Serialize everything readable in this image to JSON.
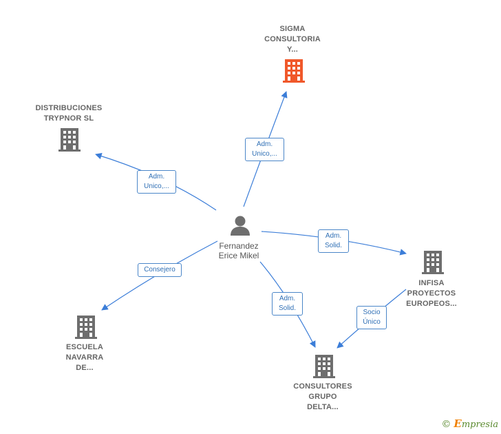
{
  "colors": {
    "edge": "#3b7dd8",
    "company": "#6e6e6e",
    "company_highlight": "#f0582a",
    "person": "#6e6e6e"
  },
  "nodes": {
    "sigma": {
      "label": "SIGMA\nCONSULTORIA\nY...",
      "icon": "building-icon",
      "highlight": true
    },
    "distribuciones": {
      "label": "DISTRIBUCIONES\nTRYPNOR SL",
      "icon": "building-icon"
    },
    "person": {
      "label": "Fernandez\nErice Mikel",
      "icon": "person-icon"
    },
    "infisa": {
      "label": "INFISA\nPROYECTOS\nEUROPEOS...",
      "icon": "building-icon"
    },
    "escuela": {
      "label": "ESCUELA\nNAVARRA\nDE...",
      "icon": "building-icon"
    },
    "consultores": {
      "label": "CONSULTORES\nGRUPO\nDELTA...",
      "icon": "building-icon"
    }
  },
  "edges": {
    "to_sigma": "Adm.\nUnico,...",
    "to_distribuciones": "Adm.\nUnico,...",
    "to_infisa": "Adm.\nSolid.",
    "to_escuela": "Consejero",
    "to_consultores": "Adm.\nSolid.",
    "infisa_to_consultores": "Socio\nÚnico"
  },
  "footer": {
    "copyright": "©",
    "brand_initial": "E",
    "brand_rest": "mpresia"
  }
}
